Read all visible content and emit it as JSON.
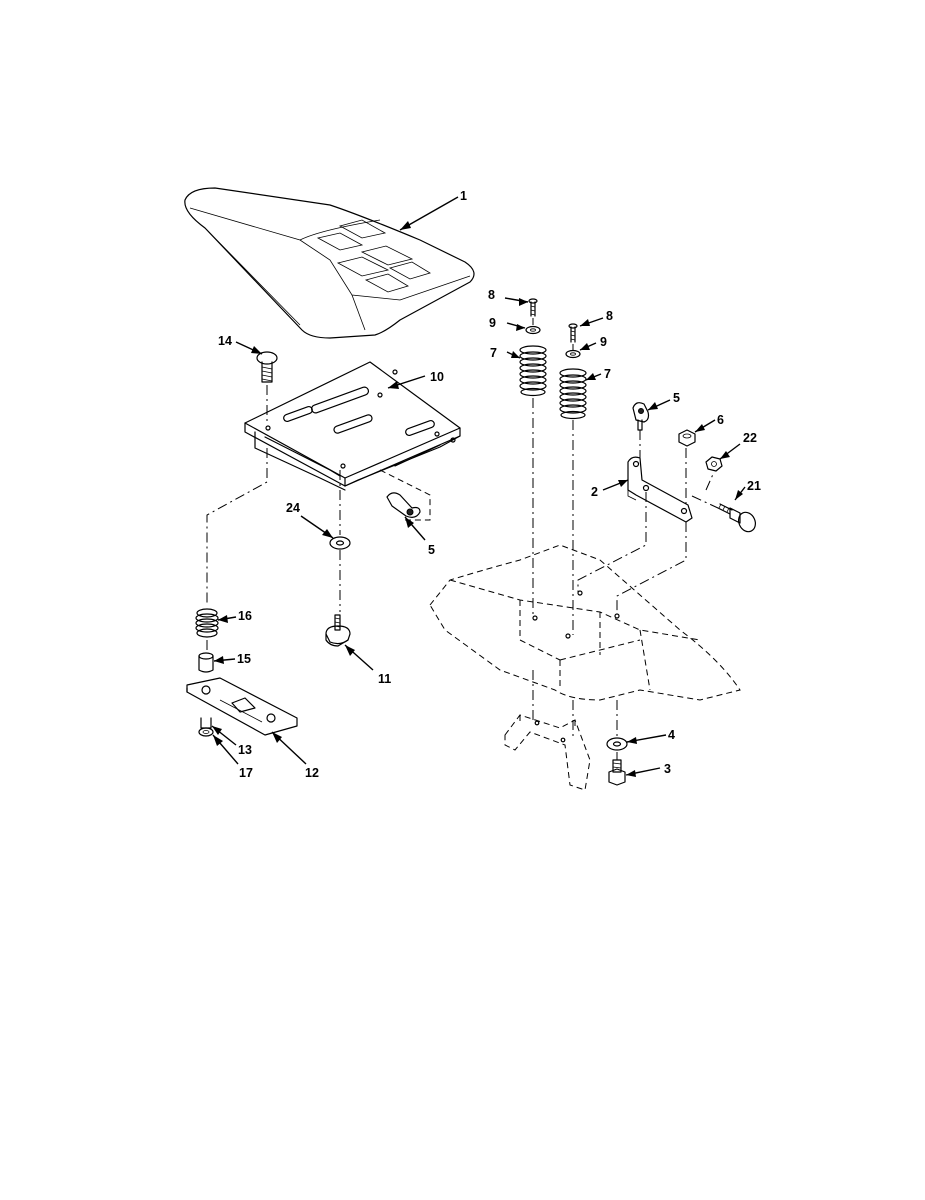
{
  "callouts": [
    "1",
    "2",
    "3",
    "4",
    "5",
    "5",
    "6",
    "7",
    "7",
    "8",
    "8",
    "9",
    "9",
    "10",
    "11",
    "12",
    "13",
    "14",
    "15",
    "16",
    "17",
    "21",
    "22",
    "24"
  ]
}
